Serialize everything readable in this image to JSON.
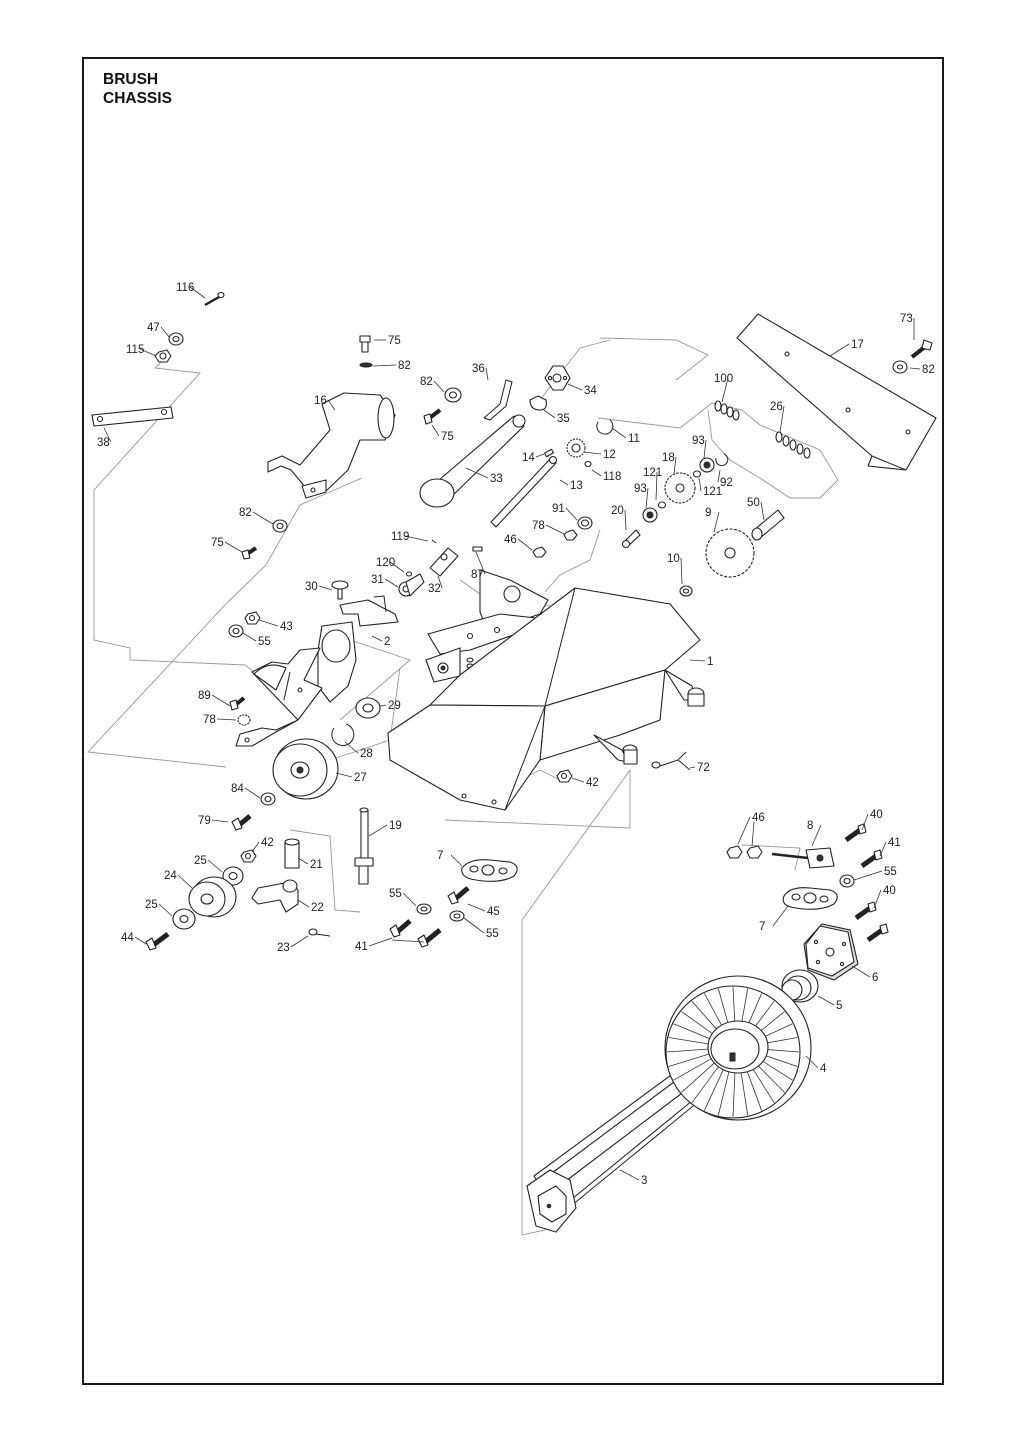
{
  "title": {
    "line1": "BRUSH",
    "line2": "CHASSIS"
  },
  "part_labels": [
    {
      "id": "l116",
      "text": "116"
    },
    {
      "id": "l47",
      "text": "47"
    },
    {
      "id": "l115",
      "text": "115"
    },
    {
      "id": "l38",
      "text": "38"
    },
    {
      "id": "l75a",
      "text": "75"
    },
    {
      "id": "l82a",
      "text": "82"
    },
    {
      "id": "l16",
      "text": "16"
    },
    {
      "id": "l82b",
      "text": "82"
    },
    {
      "id": "l75b",
      "text": "75"
    },
    {
      "id": "l36",
      "text": "36"
    },
    {
      "id": "l34",
      "text": "34"
    },
    {
      "id": "l35",
      "text": "35"
    },
    {
      "id": "l82c",
      "text": "82"
    },
    {
      "id": "l75c",
      "text": "75"
    },
    {
      "id": "l33",
      "text": "33"
    },
    {
      "id": "l14",
      "text": "14"
    },
    {
      "id": "l13",
      "text": "13"
    },
    {
      "id": "l12",
      "text": "12"
    },
    {
      "id": "l118",
      "text": "118"
    },
    {
      "id": "l11",
      "text": "11"
    },
    {
      "id": "l100",
      "text": "100"
    },
    {
      "id": "l26",
      "text": "26"
    },
    {
      "id": "l17",
      "text": "17"
    },
    {
      "id": "l73",
      "text": "73"
    },
    {
      "id": "l82d",
      "text": "82"
    },
    {
      "id": "l93a",
      "text": "93"
    },
    {
      "id": "l18",
      "text": "18"
    },
    {
      "id": "l121a",
      "text": "121"
    },
    {
      "id": "l121b",
      "text": "121"
    },
    {
      "id": "l92",
      "text": "92"
    },
    {
      "id": "l93b",
      "text": "93"
    },
    {
      "id": "l50",
      "text": "50"
    },
    {
      "id": "l91",
      "text": "91"
    },
    {
      "id": "l20",
      "text": "20"
    },
    {
      "id": "l9",
      "text": "9"
    },
    {
      "id": "l78a",
      "text": "78"
    },
    {
      "id": "l46a",
      "text": "46"
    },
    {
      "id": "l10",
      "text": "10"
    },
    {
      "id": "l119",
      "text": "119"
    },
    {
      "id": "l120",
      "text": "120"
    },
    {
      "id": "l31",
      "text": "31"
    },
    {
      "id": "l32",
      "text": "32"
    },
    {
      "id": "l87",
      "text": "87"
    },
    {
      "id": "l30",
      "text": "30"
    },
    {
      "id": "l43",
      "text": "43"
    },
    {
      "id": "l55a",
      "text": "55"
    },
    {
      "id": "l2",
      "text": "2"
    },
    {
      "id": "l1",
      "text": "1"
    },
    {
      "id": "l89",
      "text": "89"
    },
    {
      "id": "l78b",
      "text": "78"
    },
    {
      "id": "l29",
      "text": "29"
    },
    {
      "id": "l28",
      "text": "28"
    },
    {
      "id": "l27",
      "text": "27"
    },
    {
      "id": "l84",
      "text": "84"
    },
    {
      "id": "l79",
      "text": "79"
    },
    {
      "id": "l72",
      "text": "72"
    },
    {
      "id": "l42a",
      "text": "42"
    },
    {
      "id": "l19",
      "text": "19"
    },
    {
      "id": "l42b",
      "text": "42"
    },
    {
      "id": "l21",
      "text": "21"
    },
    {
      "id": "l25a",
      "text": "25"
    },
    {
      "id": "l24",
      "text": "24"
    },
    {
      "id": "l25b",
      "text": "25"
    },
    {
      "id": "l22",
      "text": "22"
    },
    {
      "id": "l44",
      "text": "44"
    },
    {
      "id": "l23",
      "text": "23"
    },
    {
      "id": "l7a",
      "text": "7"
    },
    {
      "id": "l55b",
      "text": "55"
    },
    {
      "id": "l45",
      "text": "45"
    },
    {
      "id": "l55c",
      "text": "55"
    },
    {
      "id": "l41a",
      "text": "41"
    },
    {
      "id": "l46b",
      "text": "46"
    },
    {
      "id": "l8",
      "text": "8"
    },
    {
      "id": "l40a",
      "text": "40"
    },
    {
      "id": "l41b",
      "text": "41"
    },
    {
      "id": "l55d",
      "text": "55"
    },
    {
      "id": "l40b",
      "text": "40"
    },
    {
      "id": "l7b",
      "text": "7"
    },
    {
      "id": "l6",
      "text": "6"
    },
    {
      "id": "l5",
      "text": "5"
    },
    {
      "id": "l4",
      "text": "4"
    },
    {
      "id": "l3",
      "text": "3"
    }
  ]
}
